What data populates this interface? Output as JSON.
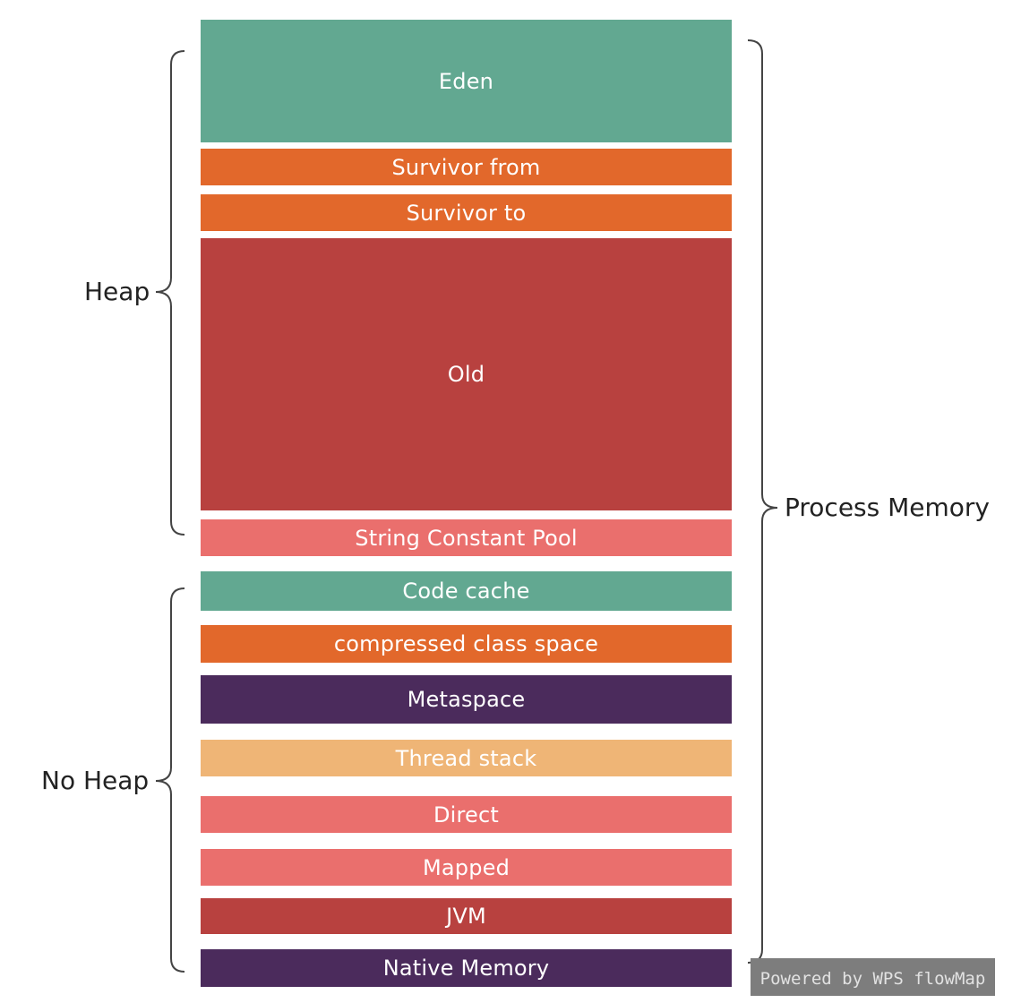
{
  "diagram": {
    "blocks": [
      {
        "label": "Eden",
        "color": "#62a891"
      },
      {
        "label": "Survivor from",
        "color": "#e2682b"
      },
      {
        "label": "Survivor to",
        "color": "#e2682b"
      },
      {
        "label": "Old",
        "color": "#b8413f"
      },
      {
        "label": "String Constant Pool",
        "color": "#ea6f6d"
      },
      {
        "label": "Code cache",
        "color": "#62a891"
      },
      {
        "label": "compressed class space",
        "color": "#e2682b"
      },
      {
        "label": "Metaspace",
        "color": "#4b2b5c"
      },
      {
        "label": "Thread stack",
        "color": "#efb576"
      },
      {
        "label": "Direct",
        "color": "#ea6f6d"
      },
      {
        "label": "Mapped",
        "color": "#ea6f6d"
      },
      {
        "label": "JVM",
        "color": "#b8413f"
      },
      {
        "label": "Native Memory",
        "color": "#4b2b5c"
      }
    ],
    "groups": {
      "heap": "Heap",
      "no_heap": "No Heap",
      "process_memory": "Process Memory"
    },
    "watermark": "Powered by WPS flowMap"
  }
}
